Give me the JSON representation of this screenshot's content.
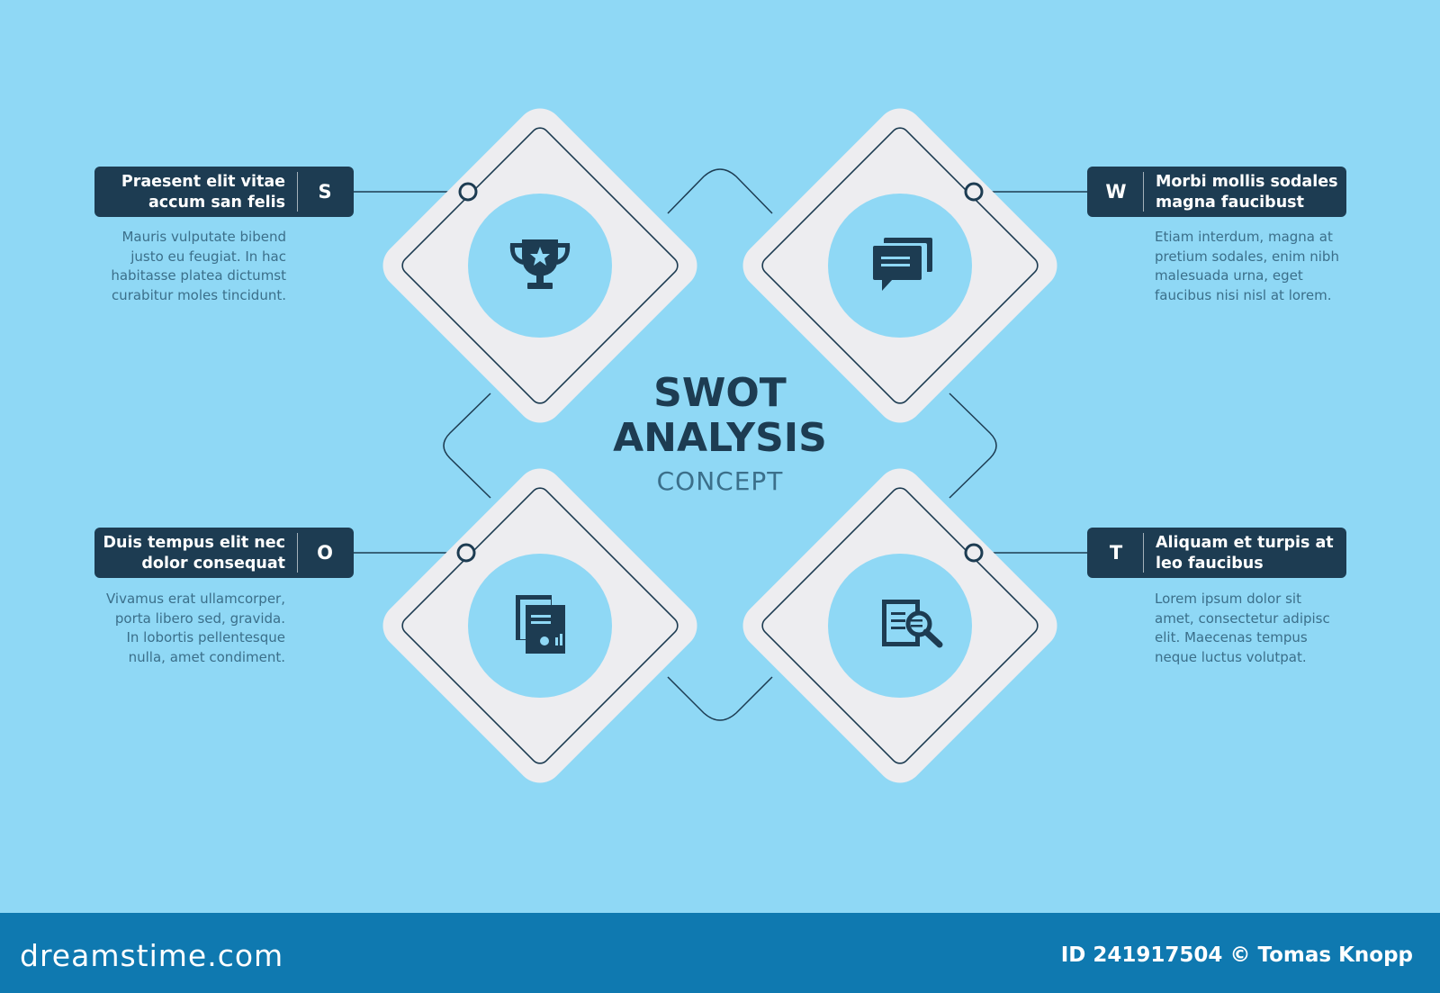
{
  "title": {
    "line1": "SWOT",
    "line2": "ANALYSIS",
    "line3": "CONCEPT"
  },
  "quadrants": [
    {
      "letter": "S",
      "heading": "Praesent elit vitae\naccum san felis",
      "description": "Mauris vulputate bibend\njusto eu feugiat. In hac\nhabitasse platea dictumst\ncurabitur moles tincidunt.",
      "icon": "trophy-icon"
    },
    {
      "letter": "W",
      "heading": "Morbi mollis sodales\nmagna faucibust",
      "description": "Etiam interdum, magna at\npretium sodales, enim nibh\nmalesuada urna, eget\nfaucibus nisi nisl at lorem.",
      "icon": "chat-bubbles-icon"
    },
    {
      "letter": "O",
      "heading": "Duis tempus elit nec\ndolor consequat",
      "description": "Vivamus erat ullamcorper,\nporta libero sed, gravida.\nIn lobortis pellentesque\nnulla, amet condiment.",
      "icon": "documents-chart-icon"
    },
    {
      "letter": "T",
      "heading": "Aliquam et turpis at\nleo faucibus",
      "description": "Lorem ipsum dolor sit\namet, consectetur adipisc\nelit. Maecenas tempus\nneque luctus volutpat.",
      "icon": "document-search-icon"
    }
  ],
  "footer": {
    "brand": "dreamstime.com",
    "credit": "ID 241917504 © Tomas Knopp"
  },
  "colors": {
    "background": "#8fd8f5",
    "dark": "#1d3c52",
    "diamond": "#ededf0",
    "circle": "#8fd8f5",
    "footer": "#0f79b0"
  }
}
